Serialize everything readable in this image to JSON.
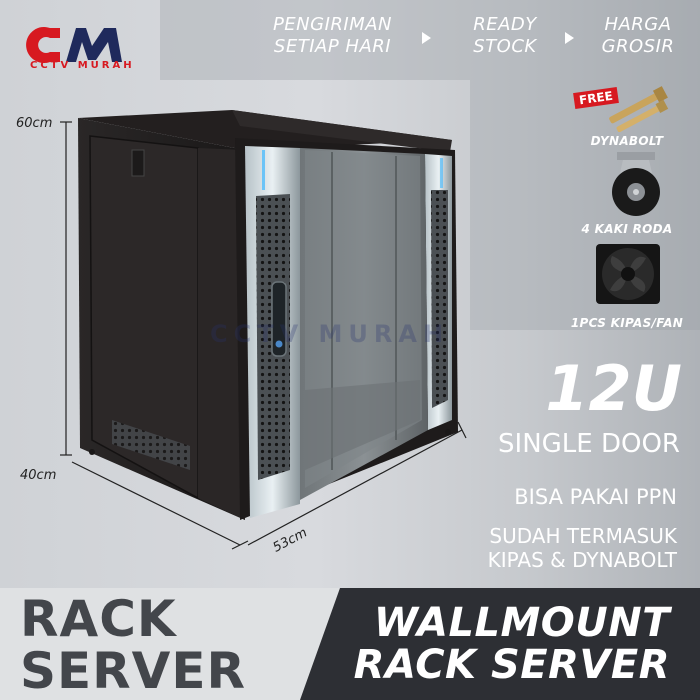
{
  "brand": {
    "logo_text": "CM",
    "tagline": "CCTV MURAH",
    "colors": {
      "red": "#d71920",
      "navy": "#1f2a5c"
    }
  },
  "header": {
    "features": [
      {
        "line1": "PENGIRIMAN",
        "line2": "SETIAP HARI"
      },
      {
        "line1": "READY",
        "line2": "STOCK"
      },
      {
        "line1": "HARGA",
        "line2": "GROSIR"
      }
    ]
  },
  "accessories": [
    {
      "badge": "FREE",
      "label": "DYNABOLT",
      "icon": "dynabolt-icon"
    },
    {
      "label": "4 KAKI RODA",
      "icon": "caster-wheel-icon"
    },
    {
      "label": "1PCS KIPAS/FAN",
      "icon": "fan-icon"
    }
  ],
  "dimensions": {
    "height": "60cm",
    "depth": "40cm",
    "width": "53cm"
  },
  "product": {
    "size": "12U",
    "door": "SINGLE DOOR",
    "ppn": "BISA PAKAI PPN",
    "includes_line1": "SUDAH TERMASUK",
    "includes_line2": "KIPAS & DYNABOLT"
  },
  "watermark": {
    "text": "CCTV MURAH"
  },
  "bottom": {
    "left_line1": "RACK",
    "left_line2": "SERVER",
    "right_line1": "WALLMOUNT",
    "right_line2": "RACK SERVER"
  }
}
